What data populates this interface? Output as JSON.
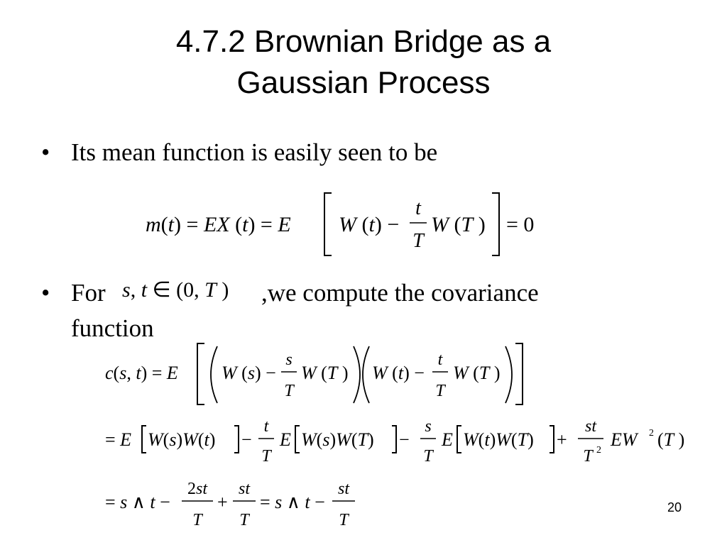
{
  "title": {
    "line1": "4.7.2 Brownian Bridge as a",
    "line2": "Gaussian Process"
  },
  "bullets": [
    {
      "marker": "•",
      "text": "Its mean function is easily seen to be"
    },
    {
      "marker": "•",
      "text_before": "For",
      "text_after": ",we compute the covariance",
      "text_line2": "function"
    }
  ],
  "equations": {
    "mean": "m(t) = EX(t) = E[W(t) − (t/T)W(T)] = 0",
    "domain": "s, t ∈ (0,T)",
    "cov_line1": "c(s,t) = E[(W(s) − (s/T)W(T))(W(t) − (t/T)W(T))]",
    "cov_line2": "= E[W(s)W(t)] − (t/T)E[W(s)W(T)] − (s/T)E[W(t)W(T)] + (st/T²)EW²(T)",
    "cov_line3": "= s∧t − 2st/T + st/T = s∧t − st/T"
  },
  "page_number": "20"
}
